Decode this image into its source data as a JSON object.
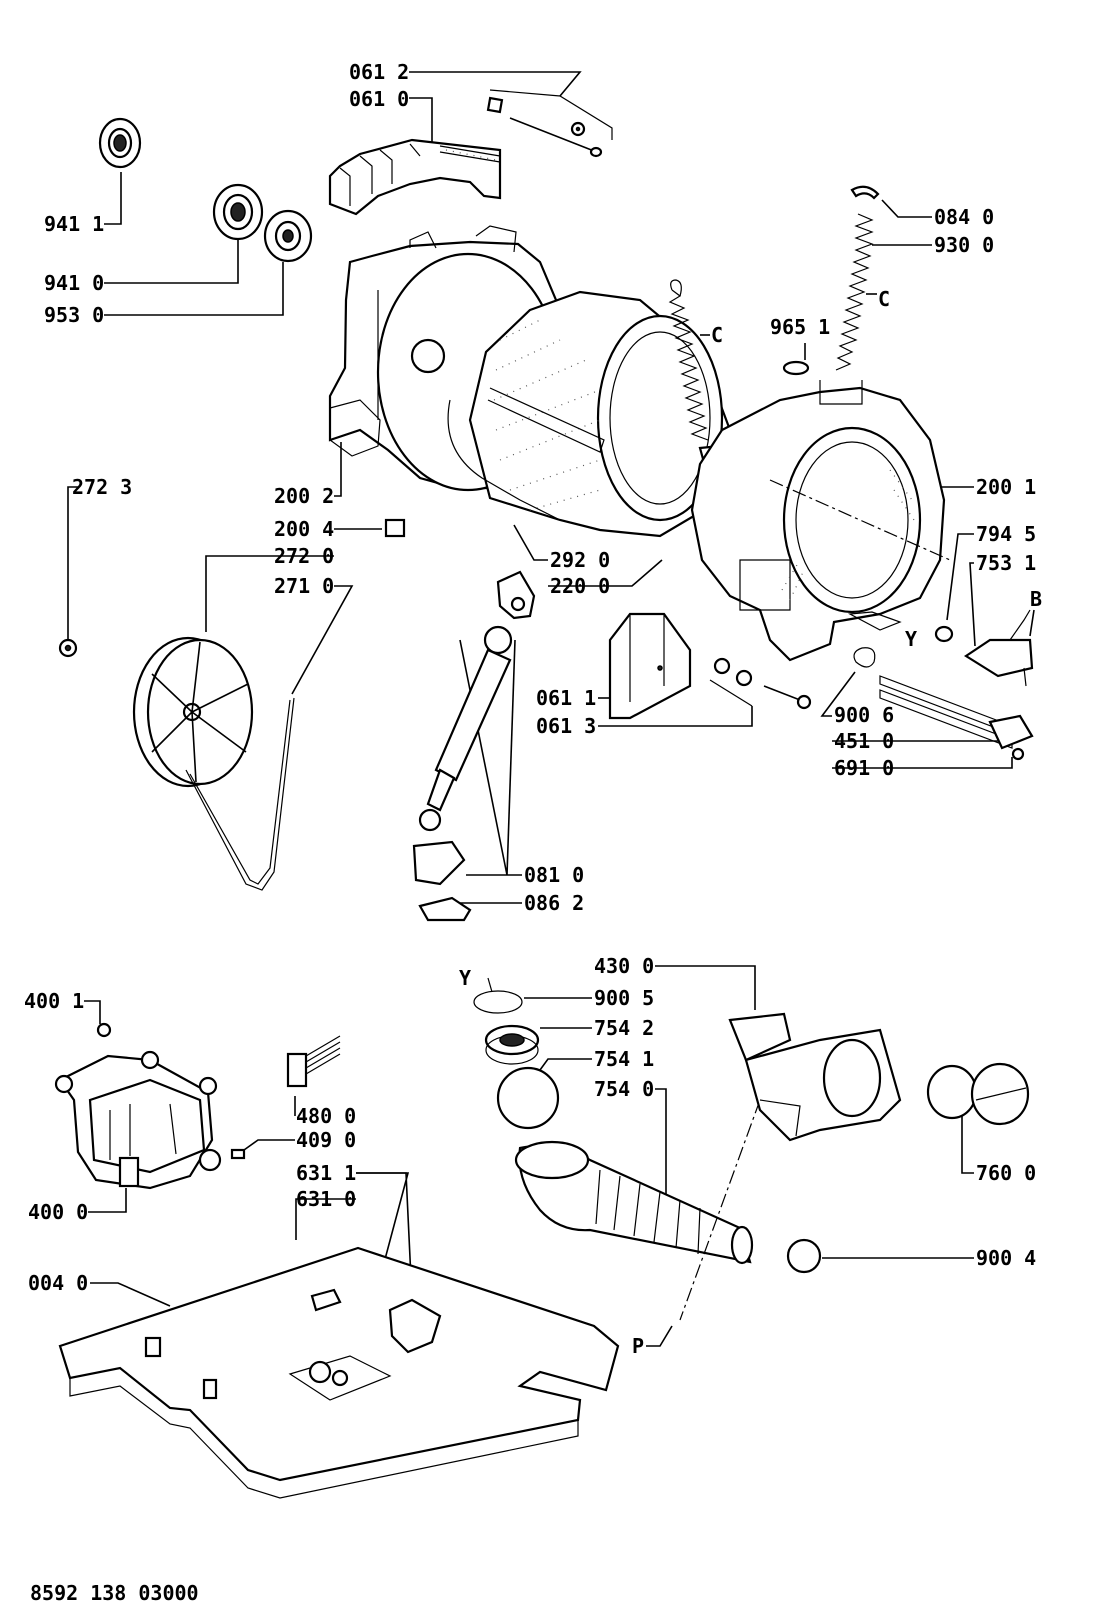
{
  "labels": {
    "l0612": "061 2",
    "l0610": "061 0",
    "l9411": "941 1",
    "l9410": "941 0",
    "l9530": "953 0",
    "l0840": "084 0",
    "l9300": "930 0",
    "lC1": "C",
    "lC2": "C",
    "l9651": "965 1",
    "l2001": "200 1",
    "l2723": "272 3",
    "l2002": "200 2",
    "l2004": "200 4",
    "l2720": "272 0",
    "l2710": "271 0",
    "l2920": "292 0",
    "l2200": "220 0",
    "l7945": "794 5",
    "l7531": "753 1",
    "lB": "B",
    "lY1": "Y",
    "l0611": "061 1",
    "l0613": "061 3",
    "l9006": "900 6",
    "l4510": "451 0",
    "l6910": "691 0",
    "l0810": "081 0",
    "l0862": "086 2",
    "l4300": "430 0",
    "lY2": "Y",
    "l9005": "900 5",
    "l7542": "754 2",
    "l7541": "754 1",
    "l7540": "754 0",
    "l4001": "400 1",
    "l4800": "480 0",
    "l4090": "409 0",
    "l7600": "760 0",
    "l6311": "631 1",
    "l6310": "631 0",
    "l4000": "400 0",
    "l9004": "900 4",
    "l0040": "004 0",
    "lP": "P",
    "docnum": "8592 138 03000"
  }
}
